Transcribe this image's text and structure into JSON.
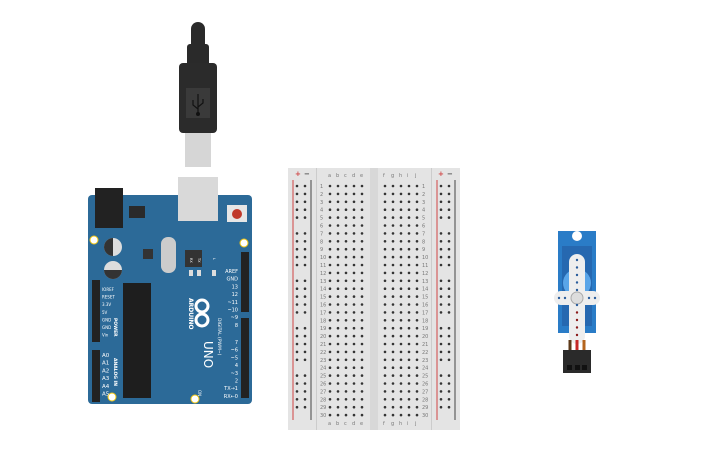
{
  "canvas": {
    "components": [
      "usb-cable",
      "arduino-uno",
      "breadboard",
      "micro-servo"
    ]
  },
  "arduino": {
    "brand": "ARDUINO",
    "model": "UNO",
    "power_header_title": "POWER",
    "analog_header_title": "ANALOG IN",
    "digital_header_title": "DIGITAL (PWM~)",
    "power_pins": [
      "IOREF",
      "RESET",
      "3.3V",
      "5V",
      "GND",
      "GND",
      "Vin"
    ],
    "analog_pins": [
      "A0",
      "A1",
      "A2",
      "A3",
      "A4",
      "A5"
    ],
    "digital_top": [
      "AREF",
      "GND",
      "13",
      "12",
      "~11",
      "~10",
      "~9",
      "8"
    ],
    "digital_bottom": [
      "7",
      "~6",
      "~5",
      "4",
      "~3",
      "2",
      "TX→1",
      "RX←0"
    ],
    "led_labels": [
      "RX",
      "TX",
      "L"
    ],
    "on_label": "ON",
    "colors": {
      "board": "#2c6a98",
      "reset": "#c0392b"
    }
  },
  "breadboard": {
    "columns_left": [
      "a",
      "b",
      "c",
      "d",
      "e"
    ],
    "columns_right": [
      "f",
      "g",
      "h",
      "i",
      "j"
    ],
    "rows": 30,
    "rail_plus": "+",
    "rail_minus": "−",
    "colors": {
      "plus": "#d04545",
      "minus": "#444444"
    }
  },
  "servo": {
    "colors": {
      "body": "#2a7cc7",
      "horn": "#eeeeee"
    }
  }
}
